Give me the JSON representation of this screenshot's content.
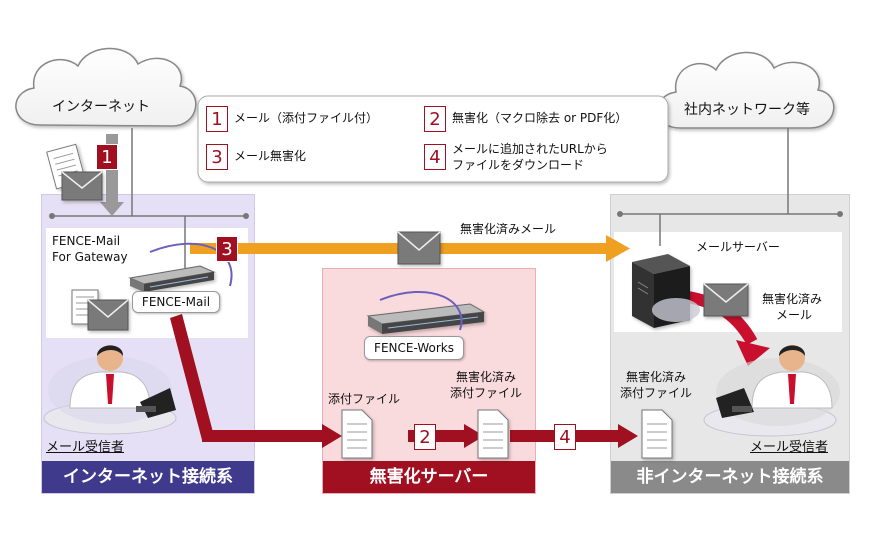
{
  "legend": {
    "items": [
      {
        "num": "1",
        "text": "メール（添付ファイル付）"
      },
      {
        "num": "2",
        "text": "無害化（マクロ除去 or PDF化）"
      },
      {
        "num": "3",
        "text": "メール無害化"
      },
      {
        "num": "4",
        "text_line1": "メールに追加されたURLから",
        "text_line2": "ファイルをダウンロード"
      }
    ]
  },
  "clouds": {
    "internet": "インターネット",
    "intranet": "社内ネットワーク等"
  },
  "left_zone": {
    "title": "インターネット接続系",
    "gateway_line1": "FENCE-Mail",
    "gateway_line2": "For Gateway",
    "server_tag": "FENCE-Mail",
    "receiver": "メール受信者",
    "step_in": "1",
    "step_out": "3"
  },
  "center_zone": {
    "title": "無害化サーバー",
    "server_tag": "FENCE-Works",
    "attach": "添付ファイル",
    "sanitized_line1": "無害化済み",
    "sanitized_line2": "添付ファイル",
    "step": "2"
  },
  "right_zone": {
    "title": "非インターネット接続系",
    "mail_server": "メールサーバー",
    "sanitized_mail_line1": "無害化済み",
    "sanitized_mail_line2": "メール",
    "sanitized_attach_line1": "無害化済み",
    "sanitized_attach_line2": "添付ファイル",
    "receiver": "メール受信者"
  },
  "flows": {
    "sanitized_mail": "無害化済みメール",
    "step4": "4"
  },
  "colors": {
    "left_bg": "#e5e0f5",
    "left_title": "#3f3a8c",
    "center_bg": "#f9dadd",
    "center_title": "#a01020",
    "right_bg": "#e7e7e7",
    "right_title": "#8a8a8a",
    "orange": "#f0a020",
    "red": "#a01020"
  }
}
